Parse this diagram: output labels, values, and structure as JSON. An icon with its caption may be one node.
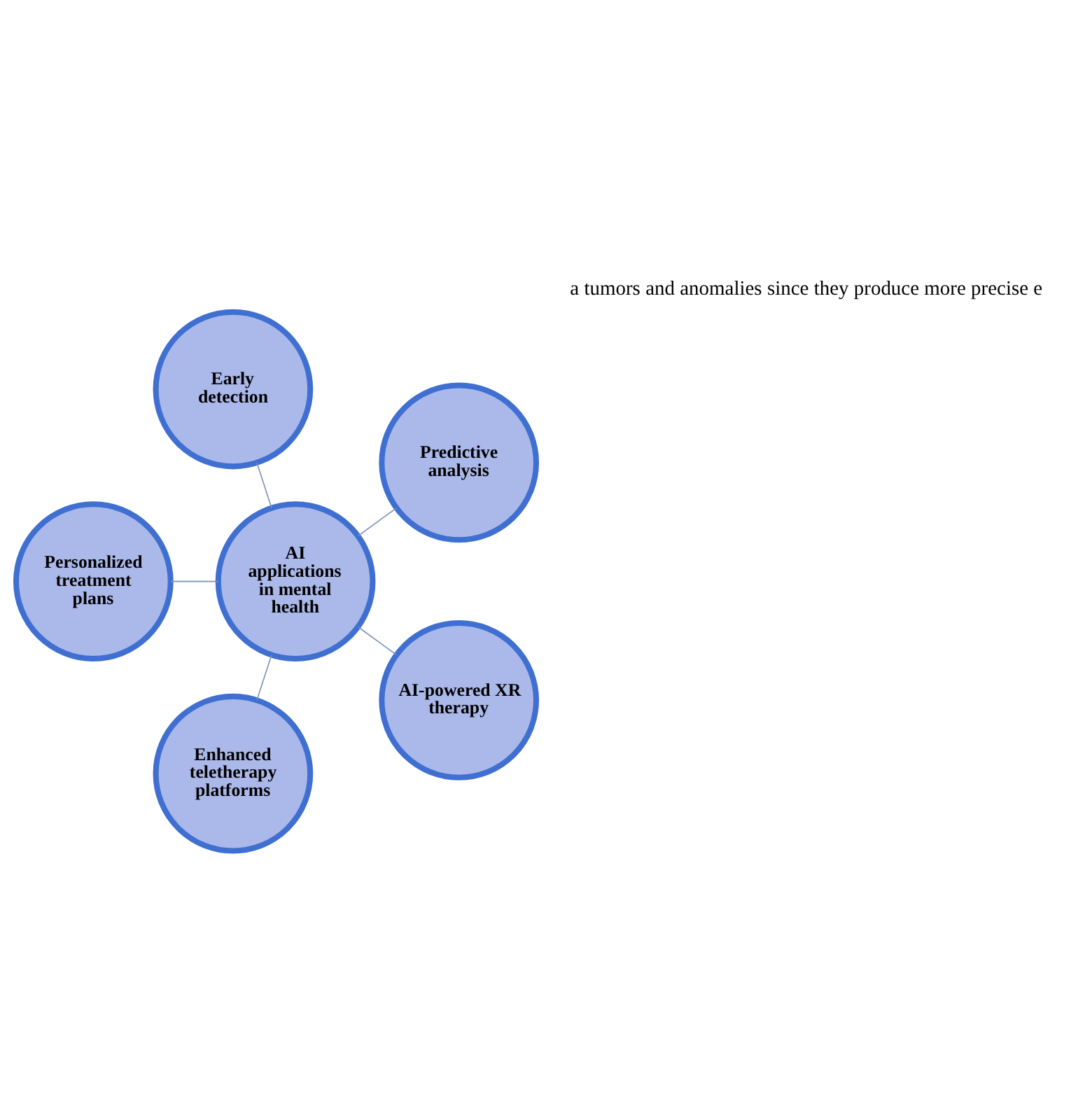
{
  "diagram": {
    "nodes": [
      {
        "text": [
          "AI applications in mental health"
        ]
      },
      {
        "text": [
          "Predictive analysis"
        ]
      },
      {
        "text": [
          "Early detection"
        ]
      },
      {
        "text": [
          "Personalized treatment plans"
        ]
      },
      {
        "text": [
          "Enhanced teletherapy platforms"
        ]
      },
      {
        "text": [
          "AI-powered XR therapy"
        ]
      }
    ],
    "edges": [
      {
        "from": 0,
        "to": 1,
        "arrow": "none"
      },
      {
        "from": 0,
        "to": 2,
        "arrow": "none"
      },
      {
        "from": 0,
        "to": 3,
        "arrow": "none"
      },
      {
        "from": 0,
        "to": 4,
        "arrow": "none"
      },
      {
        "from": 0,
        "to": 5,
        "arrow": "none"
      }
    ],
    "labels": [
      "a tumors and anomalies since they produce more precise e"
    ]
  }
}
